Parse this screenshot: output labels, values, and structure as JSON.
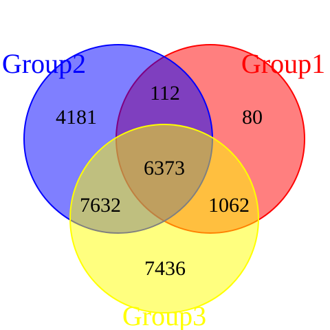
{
  "sets": [
    {
      "name": "Group1",
      "fill": "#ff0000",
      "stroke": "#ff0000",
      "label_color": "#ff0000"
    },
    {
      "name": "Group2",
      "fill": "#0000ff",
      "stroke": "#0000ff",
      "label_color": "#0000ff"
    },
    {
      "name": "Group3",
      "fill": "#ffff00",
      "stroke": "#ffff00",
      "label_color": "#ffff00"
    }
  ],
  "regions": {
    "group2_only": "4181",
    "group1_only": "80",
    "group3_only": "7436",
    "group1_group2": "112",
    "group2_group3": "7632",
    "group1_group3": "1062",
    "all_three": "6373"
  }
}
